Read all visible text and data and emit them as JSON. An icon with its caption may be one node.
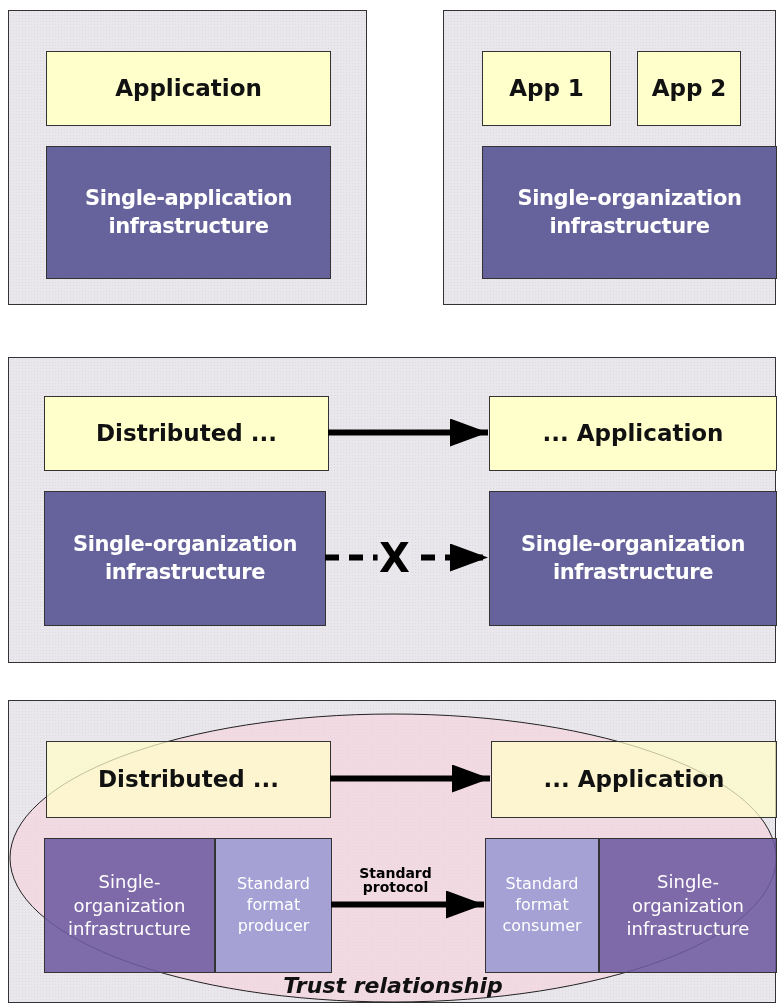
{
  "diagram": {
    "nodes": [
      {
        "text": [],
        "shape": "box"
      },
      {
        "text": [
          "Application"
        ],
        "in": 0
      },
      {
        "text": [
          "Single-application infrastructure"
        ],
        "in": 0
      },
      {
        "text": [],
        "shape": "box"
      },
      {
        "text": [
          "App 1"
        ],
        "in": 3
      },
      {
        "text": [
          "App 2"
        ],
        "in": 3
      },
      {
        "text": [
          "Single-organization infrastructure"
        ],
        "in": 3
      },
      {
        "text": [],
        "shape": "box"
      },
      {
        "text": [
          "Distributed ..."
        ],
        "in": 7
      },
      {
        "text": [
          "... Application"
        ],
        "in": 7
      },
      {
        "text": [
          "Single-organization infrastructure"
        ],
        "in": 7
      },
      {
        "text": [
          "Single-organization infrastructure"
        ],
        "in": 7
      },
      {
        "text": [],
        "shape": "box"
      },
      {
        "text": [
          "Trust relationship"
        ],
        "in": 12
      },
      {
        "text": [
          "Distributed ..."
        ],
        "in": 13
      },
      {
        "text": [
          "... Application"
        ],
        "in": 13
      },
      {
        "text": [
          "Single- organization infrastructure"
        ],
        "in": 13
      },
      {
        "text": [
          "Standard format producer"
        ],
        "in": 13
      },
      {
        "text": [
          "Standard format consumer"
        ],
        "in": 13
      },
      {
        "text": [
          "Single- organization infrastructure"
        ],
        "in": 13
      }
    ],
    "edges": [
      {
        "from": 8,
        "to": 9,
        "arrow": "to"
      },
      {
        "from": 10,
        "to": 11,
        "arrow": "to",
        "style": "dashed",
        "label": "X"
      },
      {
        "from": 14,
        "to": 15,
        "arrow": "to"
      },
      {
        "from": 17,
        "to": 18,
        "arrow": "to",
        "label": "Standard protocol"
      }
    ]
  }
}
